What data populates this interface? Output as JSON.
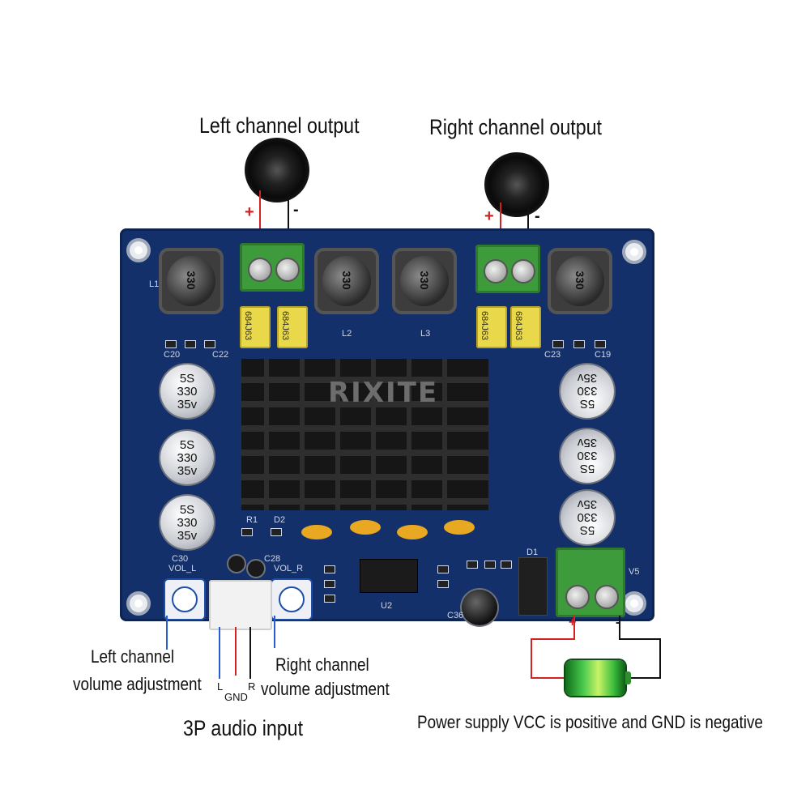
{
  "labels": {
    "left_output": "Left channel output",
    "right_output": "Right channel output",
    "left_volume": [
      "Left channel",
      "volume adjustment"
    ],
    "right_volume": [
      "Right channel",
      "volume adjustment"
    ],
    "audio_input": "3P audio input",
    "power_note": "Power supply VCC is positive and GND is negative",
    "pin_l": "L",
    "pin_gnd": "GND",
    "pin_r": "R"
  },
  "board": {
    "brand": "RIXITE",
    "inductor_text": "330",
    "film_cap_text": "684J63",
    "ecap_text": [
      "5S",
      "330",
      "35v"
    ],
    "silkscreen": {
      "vol_l": "VOL_L",
      "vol_r": "VOL_R",
      "l1": "L1",
      "l2": "L2",
      "l3": "L3",
      "u2": "U2",
      "d1": "D1",
      "v5": "V5",
      "c30": "C30",
      "c28": "C28",
      "c36": "C36",
      "c20": "C20",
      "c22": "C22",
      "c23": "C23",
      "c19": "C19",
      "r1": "R1",
      "d2": "D2"
    }
  },
  "signs": {
    "plus": "+",
    "minus": "-"
  },
  "colors": {
    "pcb": "#13306a",
    "wire_red": "#d32222",
    "wire_black": "#111111",
    "wire_blue": "#2b5ad6",
    "terminal": "#3e9b3c"
  }
}
